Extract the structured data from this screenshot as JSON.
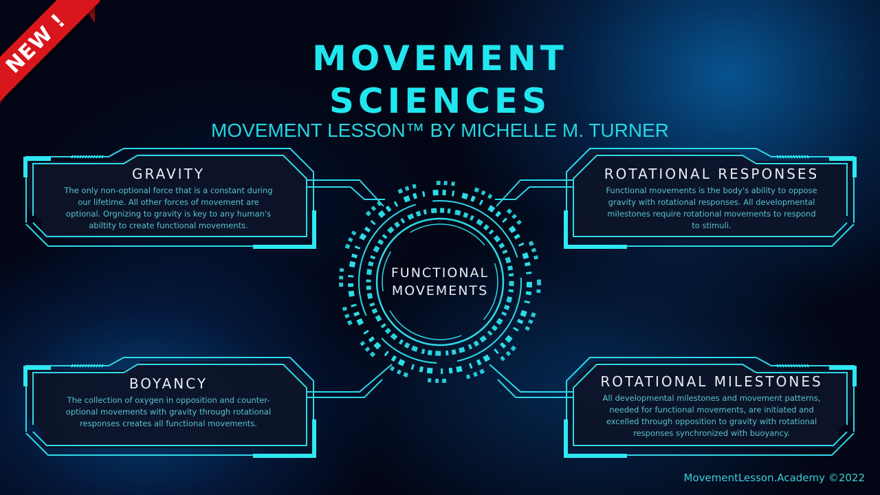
{
  "badge": {
    "label": "NEW !",
    "color": "#d8161c"
  },
  "header": {
    "title_line1": "MOVEMENT",
    "title_line2": "SCIENCES",
    "subtitle": "MOVEMENT LESSON™ BY MICHELLE M. TURNER"
  },
  "center": {
    "line1": "FUNCTIONAL",
    "line2": "MOVEMENTS"
  },
  "panels": [
    {
      "title": "GRAVITY",
      "lines": [
        "The only non-optional force that is a constant during",
        "our lifetime. All other forces of movement are",
        "optional. Orgnizing to gravity is key to any human's",
        "abiltity to create functional movements."
      ]
    },
    {
      "title": "ROTATIONAL RESPONSES",
      "lines": [
        "Functional movements is the body's ability to oppose",
        "gravity with rotational responses. All developmental",
        "milestones require rotational movements to respond",
        "to stimuli."
      ]
    },
    {
      "title": "BOYANCY",
      "lines": [
        "The collection of oxygen in opposition and counter-",
        "optional movements with gravity through rotational",
        "responses creates all functional movements."
      ]
    },
    {
      "title": "ROTATIONAL MILESTONES",
      "lines": [
        "All developmental milestones and movement patterns,",
        "needed for functional movements, are initiated and",
        "excelled through opposition to gravity with rotational",
        "responses synchronized with buoyancy."
      ]
    }
  ],
  "footer": {
    "text": "MovementLesson.Academy  ©2022"
  },
  "colors": {
    "accent": "#21e6ee",
    "panel_fill": "#0d1428",
    "background": "#030615",
    "body_text": "#58c4d0"
  }
}
